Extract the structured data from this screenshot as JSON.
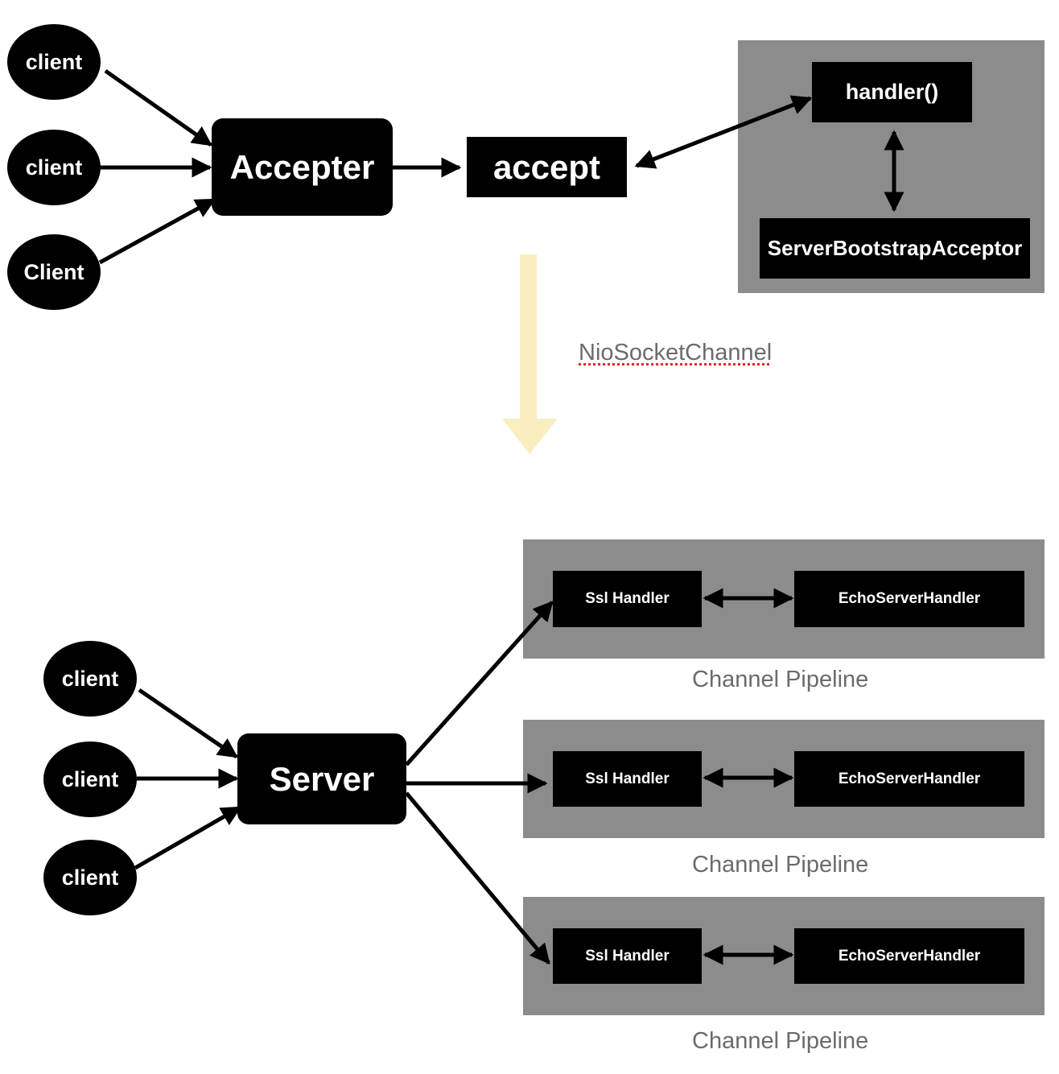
{
  "top": {
    "clients": [
      "client",
      "client",
      "Client"
    ],
    "accepter": "Accepter",
    "accept": "accept",
    "handler": "handler()",
    "acceptor": "ServerBootstrapAcceptor"
  },
  "transition_label": "NioSocketChannel",
  "bottom": {
    "clients": [
      "client",
      "client",
      "client"
    ],
    "server": "Server",
    "pipelines": [
      {
        "handler_a": "Ssl Handler",
        "handler_b": "EchoServerHandler",
        "label": "Channel Pipeline"
      },
      {
        "handler_a": "Ssl Handler",
        "handler_b": "EchoServerHandler",
        "label": "Channel Pipeline"
      },
      {
        "handler_a": "Ssl Handler",
        "handler_b": "EchoServerHandler",
        "label": "Channel Pipeline"
      }
    ]
  },
  "colors": {
    "node": "#000000",
    "panel": "#8c8c8c",
    "flow_arrow": "#f8eec0",
    "label": "#6b6b6b"
  }
}
